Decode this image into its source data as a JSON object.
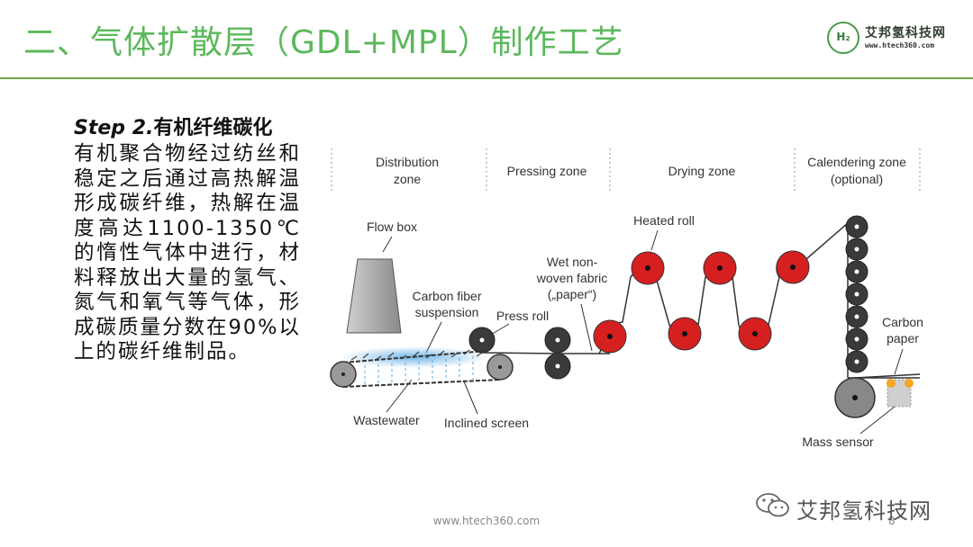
{
  "title": "二、气体扩散层（GDL+MPL）制作工艺",
  "logo": {
    "name": "艾邦氢科技网",
    "url": "www.htech360.com",
    "mark": "H₂"
  },
  "step": {
    "prefix": "Step 2.",
    "heading": "有机纤维碳化"
  },
  "body": "有机聚合物经过纺丝和稳定之后通过高热解温形成碳纤维，热解在温度高达1100-1350℃的惰性气体中进行，材料释放出大量的氢气、氮气和氧气等气体，形成碳质量分数在90%以上的碳纤维制品。",
  "diagram": {
    "zones": {
      "distribution_1": "Distribution",
      "distribution_2": "zone",
      "pressing": "Pressing zone",
      "drying": "Drying zone",
      "calendering_1": "Calendering zone",
      "calendering_2": "(optional)"
    },
    "labels": {
      "flow_box": "Flow box",
      "carbon_fiber_1": "Carbon fiber",
      "carbon_fiber_2": "suspension",
      "press_roll": "Press roll",
      "wet_1": "Wet non-",
      "wet_2": "woven fabric",
      "wet_3": "(„paper“)",
      "heated_roll": "Heated roll",
      "carbon_paper_1": "Carbon",
      "carbon_paper_2": "paper",
      "wastewater": "Wastewater",
      "inclined_screen": "Inclined screen",
      "mass_sensor": "Mass sensor"
    },
    "colors": {
      "heated_roll": "#d62020",
      "dark_roll": "#3a3a3a",
      "grey_roll": "#9a9a9a",
      "blue_glow": "#5aa9e6",
      "sensor": "#f5a623"
    }
  },
  "footer": {
    "url": "www.htech360.com",
    "page": "8",
    "wechat": "艾邦氢科技网"
  }
}
